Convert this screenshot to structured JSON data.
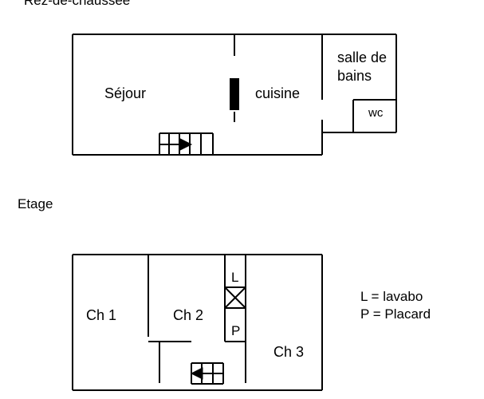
{
  "ground_floor": {
    "title": "Rez-de-chaussée",
    "rooms": {
      "sejour": "Séjour",
      "cuisine": "cuisine",
      "salle_de_bains_line1": "salle de",
      "salle_de_bains_line2": "bains",
      "wc": "wc"
    }
  },
  "upper_floor": {
    "title": "Etage",
    "rooms": {
      "ch1": "Ch 1",
      "ch2": "Ch 2",
      "ch3": "Ch 3",
      "lavabo_mark": "L",
      "placard_mark": "P"
    }
  },
  "legend": {
    "lavabo": "L = lavabo",
    "placard": "P = Placard"
  }
}
